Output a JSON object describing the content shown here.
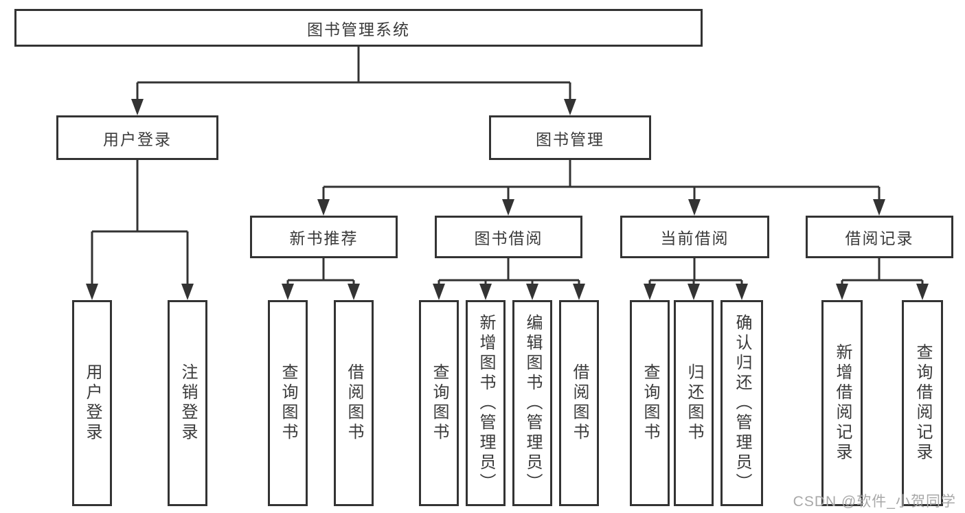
{
  "diagram": {
    "title": "图书管理系统",
    "branches": [
      {
        "label": "用户登录",
        "children": [
          "用户登录",
          "注销登录"
        ]
      },
      {
        "label": "图书管理",
        "children": [
          {
            "label": "新书推荐",
            "children": [
              "查询图书",
              "借阅图书"
            ]
          },
          {
            "label": "图书借阅",
            "children": [
              "查询图书",
              "新增图书（管理员）",
              "编辑图书（管理员）",
              "借阅图书"
            ]
          },
          {
            "label": "当前借阅",
            "children": [
              "查询图书",
              "归还图书",
              "确认归还（管理员）"
            ]
          },
          {
            "label": "借阅记录",
            "children": [
              "新增借阅记录",
              "查询借阅记录"
            ]
          }
        ]
      }
    ]
  },
  "watermark": {
    "text": "CSDN @软件_小贺同学",
    "color": "#a8a8a8"
  },
  "colors": {
    "line": "#333333",
    "box_border": "#333333",
    "text": "#3a3a3a",
    "background": "#ffffff"
  }
}
